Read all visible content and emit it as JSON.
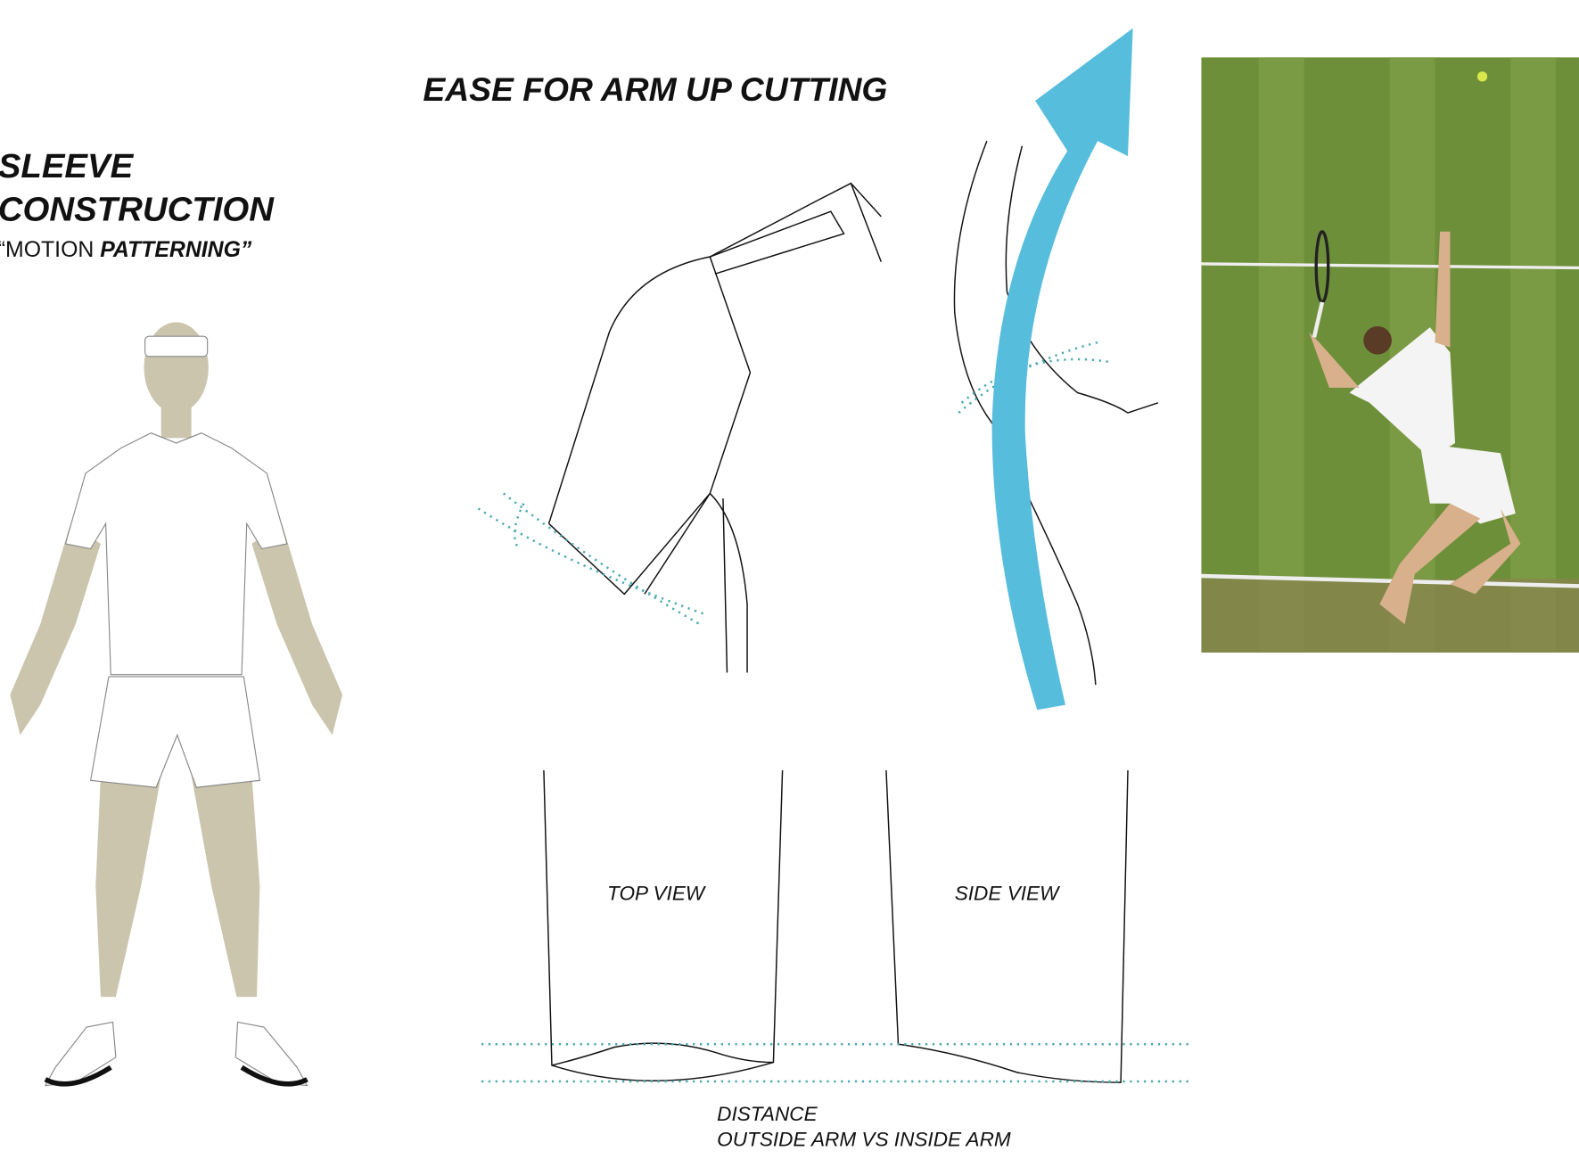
{
  "title": "EASE FOR ARM UP CUTTING",
  "sleeve_heading": {
    "line1": "SLEEVE",
    "line2": "CONSTRUCTION",
    "subtitle_regular": "“MOTION ",
    "subtitle_bold": "PATTERNING”"
  },
  "views": {
    "top": "TOP VIEW",
    "side": "SIDE VIEW"
  },
  "distance": {
    "line1": "DISTANCE",
    "line2": "OUTSIDE ARM VS INSIDE ARM"
  },
  "colors": {
    "accent_arrow": "#56bddd",
    "guide_dots": "#4aa9b0",
    "grass": "#6e8f3a"
  }
}
